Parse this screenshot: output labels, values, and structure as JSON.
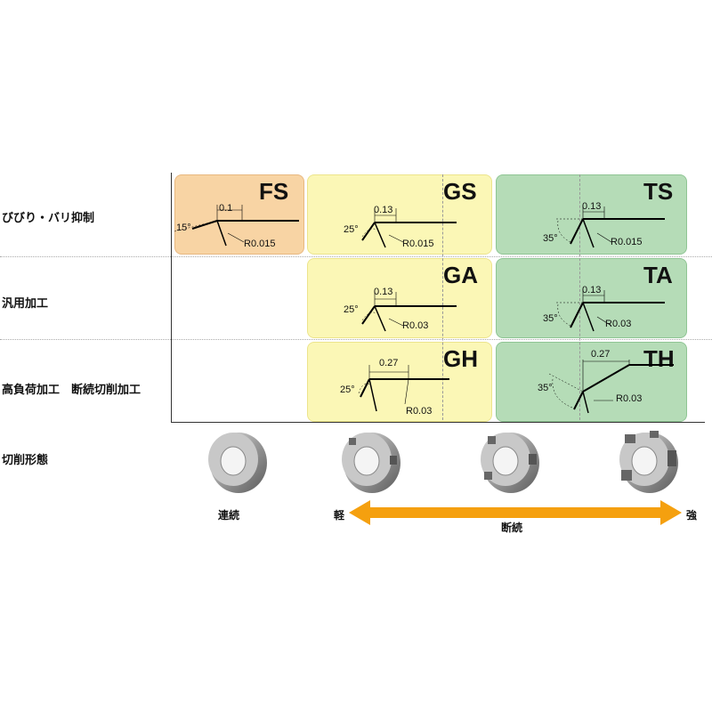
{
  "rows": {
    "row1": "びびり・バリ抑制",
    "row2": "汎用加工",
    "row3": "高負荷加工　断続切削加工",
    "row4": "切削形態"
  },
  "cells": {
    "fs": {
      "code": "FS",
      "width": "0.1",
      "angle": "15°",
      "radius": "R0.015"
    },
    "gs": {
      "code": "GS",
      "width": "0.13",
      "angle": "25°",
      "radius": "R0.015"
    },
    "ts": {
      "code": "TS",
      "width": "0.13",
      "angle": "35°",
      "radius": "R0.015"
    },
    "ga": {
      "code": "GA",
      "width": "0.13",
      "angle": "25°",
      "radius": "R0.03"
    },
    "ta": {
      "code": "TA",
      "width": "0.13",
      "angle": "35°",
      "radius": "R0.03"
    },
    "gh": {
      "code": "GH",
      "width": "0.27",
      "angle": "25°",
      "radius": "R0.03"
    },
    "th": {
      "code": "TH",
      "width": "0.27",
      "angle": "35°",
      "radius": "R0.03"
    }
  },
  "cutting": {
    "continuous": "連続",
    "light": "軽",
    "interrupted": "断続",
    "strong": "強",
    "arrow_color": "#f5a00f"
  },
  "colors": {
    "fs_bg": "#f8d4a4",
    "g_bg": "#fbf7b6",
    "t_bg": "#b5dcb7"
  }
}
